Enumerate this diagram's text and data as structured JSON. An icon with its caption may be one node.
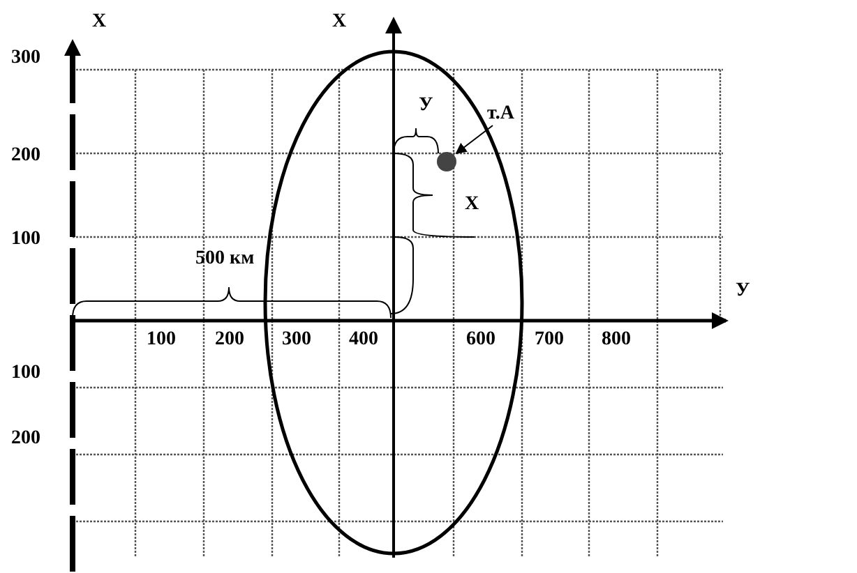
{
  "diagram": {
    "nodes": [
      {
        "text": [
          "т.А"
        ]
      },
      {
        "text": [],
        "shape": "circle"
      }
    ],
    "edges": [
      {
        "from": 0,
        "to": 1,
        "arrow": "to"
      }
    ],
    "labels": [
      "Х",
      "Х",
      "300",
      "У",
      "200",
      "Х",
      "100",
      "500 км",
      "У",
      "100",
      "200",
      "300",
      "400",
      "600",
      "700",
      "800",
      "100",
      "200"
    ]
  }
}
